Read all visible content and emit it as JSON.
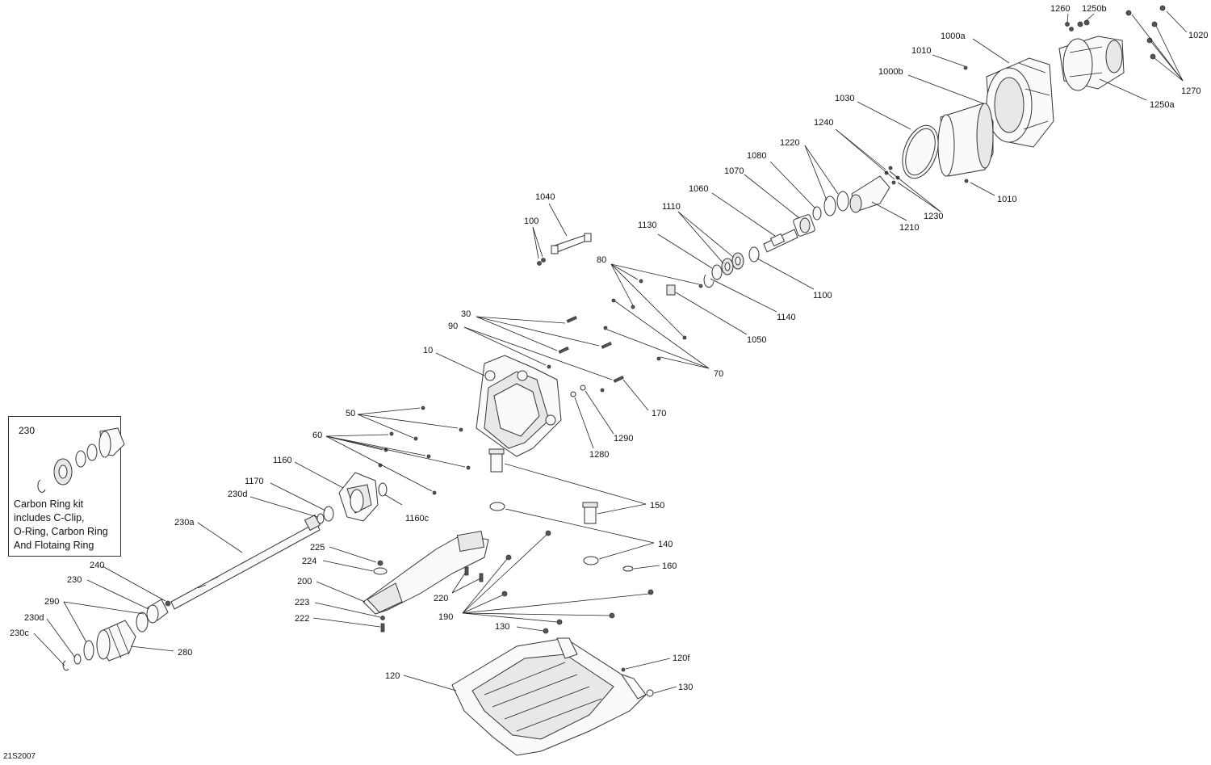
{
  "diagram_code": "21S2007",
  "kit": {
    "part": "230",
    "note_lines": [
      "Carbon Ring kit",
      "includes C-Clip,",
      "O-Ring, Carbon Ring",
      "And Flotaing Ring"
    ]
  },
  "callouts": [
    {
      "id": "l1260",
      "text": "1260"
    },
    {
      "id": "l1250b",
      "text": "1250b"
    },
    {
      "id": "l1020",
      "text": "1020"
    },
    {
      "id": "l1000a",
      "text": "1000a"
    },
    {
      "id": "l1010a",
      "text": "1010"
    },
    {
      "id": "l1000b",
      "text": "1000b"
    },
    {
      "id": "l1270",
      "text": "1270"
    },
    {
      "id": "l1250a",
      "text": "1250a"
    },
    {
      "id": "l1030",
      "text": "1030"
    },
    {
      "id": "l1240",
      "text": "1240"
    },
    {
      "id": "l1220",
      "text": "1220"
    },
    {
      "id": "l1080",
      "text": "1080"
    },
    {
      "id": "l1070",
      "text": "1070"
    },
    {
      "id": "l1060",
      "text": "1060"
    },
    {
      "id": "l1010b",
      "text": "1010"
    },
    {
      "id": "l1230",
      "text": "1230"
    },
    {
      "id": "l1210",
      "text": "1210"
    },
    {
      "id": "l1040",
      "text": "1040"
    },
    {
      "id": "l1110",
      "text": "1110"
    },
    {
      "id": "l100",
      "text": "100"
    },
    {
      "id": "l1130",
      "text": "1130"
    },
    {
      "id": "l1100",
      "text": "1100"
    },
    {
      "id": "l80",
      "text": "80"
    },
    {
      "id": "l1140",
      "text": "1140"
    },
    {
      "id": "l30",
      "text": "30"
    },
    {
      "id": "l90",
      "text": "90"
    },
    {
      "id": "l1050",
      "text": "1050"
    },
    {
      "id": "l10",
      "text": "10"
    },
    {
      "id": "l70",
      "text": "70"
    },
    {
      "id": "l170",
      "text": "170"
    },
    {
      "id": "l50",
      "text": "50"
    },
    {
      "id": "l1290",
      "text": "1290"
    },
    {
      "id": "l60",
      "text": "60"
    },
    {
      "id": "l1280",
      "text": "1280"
    },
    {
      "id": "l1160",
      "text": "1160"
    },
    {
      "id": "l1170",
      "text": "1170"
    },
    {
      "id": "l230d",
      "text": "230d"
    },
    {
      "id": "l150",
      "text": "150"
    },
    {
      "id": "l1160c",
      "text": "1160c"
    },
    {
      "id": "l230a",
      "text": "230a"
    },
    {
      "id": "l140",
      "text": "140"
    },
    {
      "id": "l225",
      "text": "225"
    },
    {
      "id": "l224",
      "text": "224"
    },
    {
      "id": "l160",
      "text": "160"
    },
    {
      "id": "l240",
      "text": "240"
    },
    {
      "id": "l200",
      "text": "200"
    },
    {
      "id": "l230",
      "text": "230"
    },
    {
      "id": "l220",
      "text": "220"
    },
    {
      "id": "l290",
      "text": "290"
    },
    {
      "id": "l223",
      "text": "223"
    },
    {
      "id": "l190",
      "text": "190"
    },
    {
      "id": "l230d2",
      "text": "230d"
    },
    {
      "id": "l222",
      "text": "222"
    },
    {
      "id": "l130a",
      "text": "130"
    },
    {
      "id": "l230c",
      "text": "230c"
    },
    {
      "id": "l280",
      "text": "280"
    },
    {
      "id": "l120f",
      "text": "120f"
    },
    {
      "id": "l120",
      "text": "120"
    },
    {
      "id": "l130b",
      "text": "130"
    }
  ]
}
